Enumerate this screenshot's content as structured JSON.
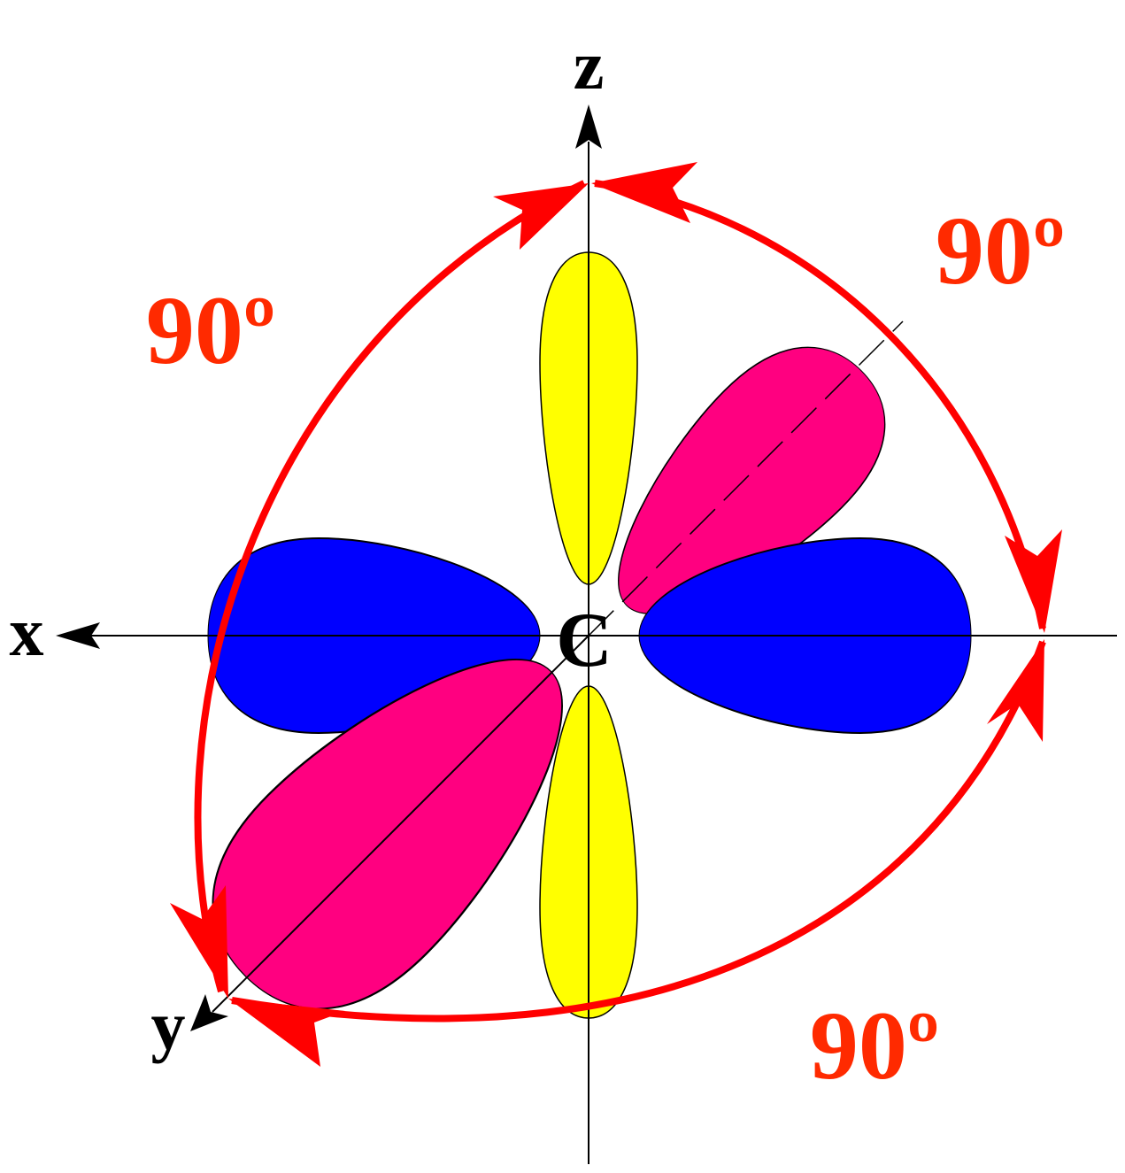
{
  "axes": {
    "x_label": "x",
    "y_label": "y",
    "z_label": "z"
  },
  "center_label": "C",
  "angles": [
    {
      "label": "90º",
      "between": "x-z"
    },
    {
      "label": "90º",
      "between": "z-y"
    },
    {
      "label": "90º",
      "between": "y-x"
    }
  ],
  "colors": {
    "z_lobes": "#ffff00",
    "x_lobes": "#0000ff",
    "y_lobes": "#ff0080",
    "arc": "#ff0000",
    "angle_text": "#ff2a00",
    "axis": "#000000"
  }
}
